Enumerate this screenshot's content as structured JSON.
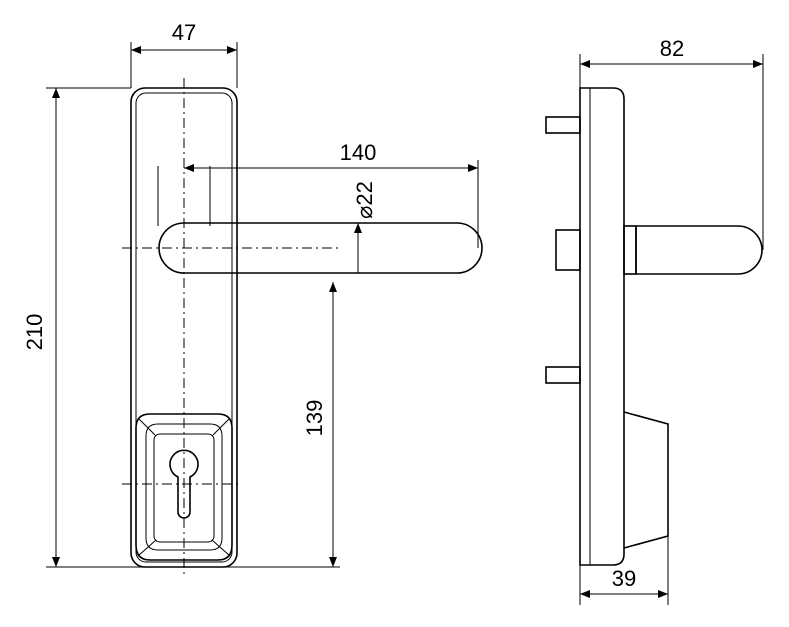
{
  "dimensions": {
    "plate_width": "47",
    "handle_length": "140",
    "diameter": "22",
    "diameter_symbol": "⌀",
    "plate_height": "210",
    "axis_to_cylinder": "139",
    "side_depth": "82",
    "escutcheon_depth": "39"
  }
}
